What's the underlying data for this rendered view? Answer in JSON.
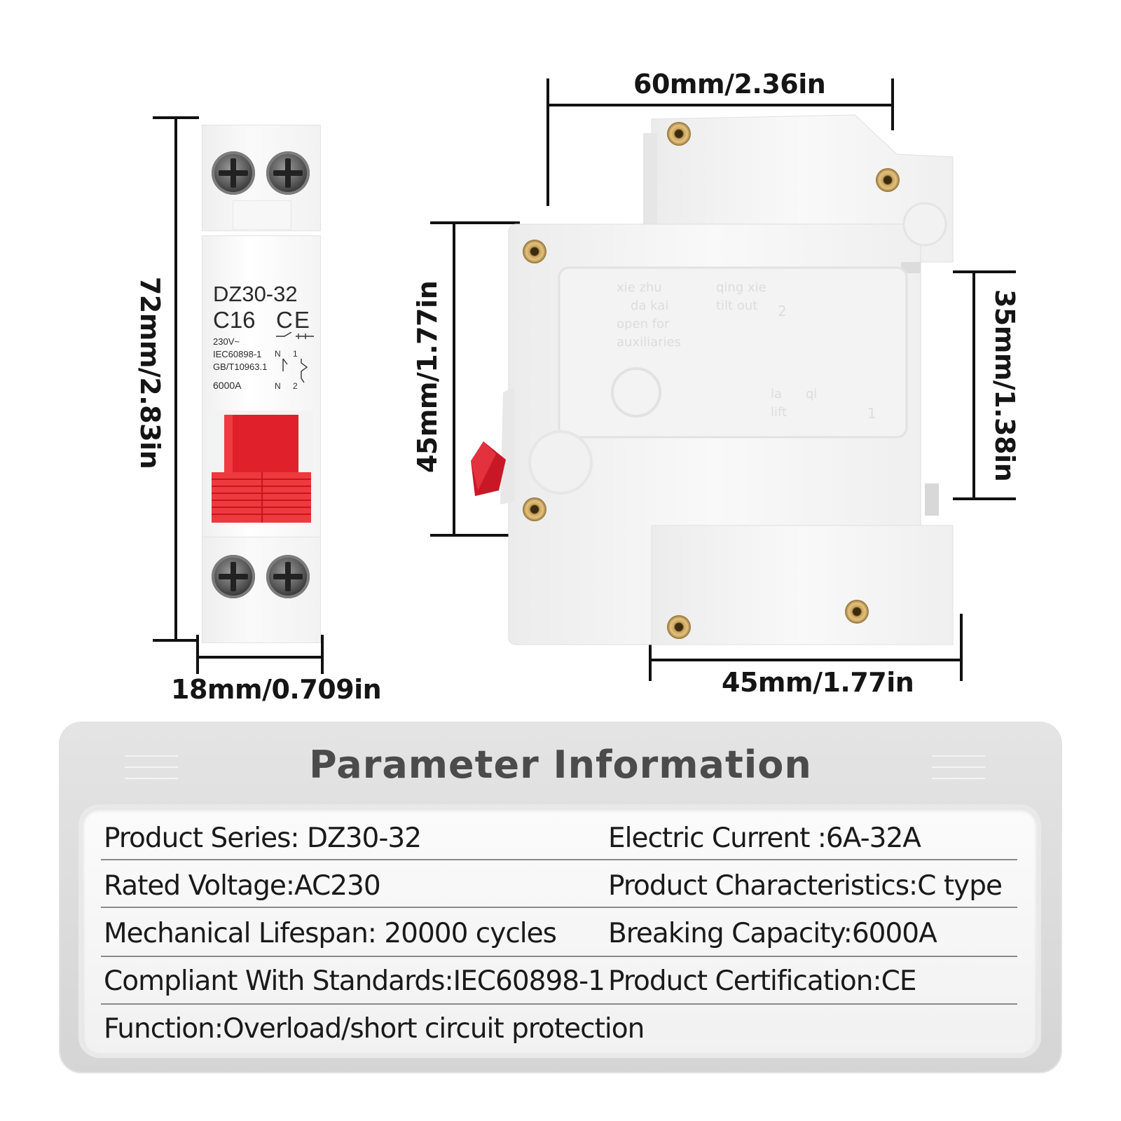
{
  "dimensions": {
    "front_height": "72mm/2.83in",
    "front_width": "18mm/0.709in",
    "side_top_width": "60mm/2.36in",
    "side_body_height": "45mm/1.77in",
    "side_rail_height": "35mm/1.38in",
    "side_bottom_width": "45mm/1.77in"
  },
  "front_label": {
    "model": "DZ30-32",
    "rating": "C16",
    "ce": "CE",
    "voltage": "230V~",
    "std1": "IEC60898-1",
    "std2": "GB/T10963.1",
    "capacity": "6000A",
    "n_top": "N",
    "one_top": "1",
    "n_bottom": "N",
    "two_bottom": "2"
  },
  "side_embossed": {
    "l1": "xie zhu",
    "l2": "da kai",
    "l3": "open for",
    "l4": "auxiliaries",
    "r1": "qing xie",
    "r2": "tilt out",
    "b1": "la",
    "b2": "lift",
    "b3": "qi",
    "n2": "2",
    "n1": "1"
  },
  "panel": {
    "title": "Parameter Information",
    "rows": [
      {
        "left": "Product Series: DZ30-32",
        "right": "Electric Current :6A-32A"
      },
      {
        "left": "Rated Voltage:AC230",
        "right": "Product Characteristics:C type"
      },
      {
        "left": "Mechanical Lifespan: 20000 cycles",
        "right": "Breaking Capacity:6000A"
      },
      {
        "left": "Compliant With Standards:IEC60898-1",
        "right": "Product Certification:CE"
      },
      {
        "left": "Function:Overload/short circuit protection",
        "right": ""
      }
    ]
  },
  "colors": {
    "handle_red": "#e0202a",
    "handle_red_dark": "#c8141f",
    "panel_title": "#4b4b4b"
  }
}
